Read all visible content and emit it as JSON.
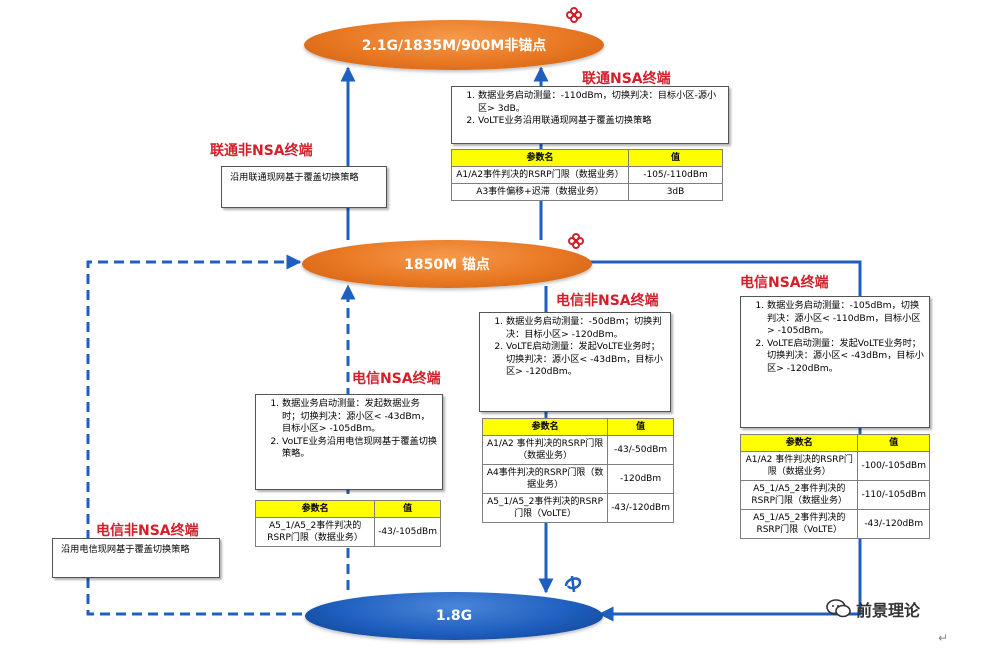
{
  "nodes": {
    "top": "2.1G/1835M/900M非锚点",
    "anchor": "1850M 锚点",
    "bottom": "1.8G"
  },
  "labels": {
    "unicom_nsa": "联通NSA终端",
    "unicom_non_nsa": "联通非NSA终端",
    "telecom_non_nsa_mid": "电信非NSA终端",
    "telecom_nsa_right": "电信NSA终端",
    "telecom_nsa_left": "电信NSA终端",
    "telecom_non_nsa_left": "电信非NSA终端"
  },
  "notes": {
    "unicom_non_nsa": "沿用联通现网基于覆盖切换策略",
    "telecom_non_nsa": "沿用电信现网基于覆盖切换策略"
  },
  "lists": {
    "unicom_nsa": [
      "数据业务启动测量：-110dBm，切换判决：目标小区-源小区> 3dB。",
      "VoLTE业务沿用联通现网基于覆盖切换策略"
    ],
    "telecom_non_nsa_mid": [
      "数据业务启动测量：-50dBm；切换判决：目标小区> -120dBm。",
      "VoLTE启动测量：发起VoLTE业务时；切换判决：源小区< -43dBm，目标小区> -120dBm。"
    ],
    "telecom_nsa_right": [
      "数据业务启动测量：-105dBm，切换判决：源小区< -110dBm，目标小区> -105dBm。",
      "VoLTE启动测量：发起VoLTE业务时；切换判决：源小区< -43dBm，目标小区> -120dBm。"
    ],
    "telecom_nsa_left": [
      "数据业务启动测量：发起数据业务时；切换判决：源小区< -43dBm，目标小区> -105dBm。",
      "VoLTE业务沿用电信现网基于覆盖切换策略。"
    ]
  },
  "tables": {
    "unicom": {
      "headers": [
        "参数名",
        "值"
      ],
      "rows": [
        [
          "A1/A2事件判决的RSRP门限（数据业务）",
          "-105/-110dBm"
        ],
        [
          "A3事件偏移+迟滞（数据业务）",
          "3dB"
        ]
      ]
    },
    "telecom_mid": {
      "headers": [
        "参数名",
        "值"
      ],
      "rows": [
        [
          "A1/A2 事件判决的RSRP门限（数据业务）",
          "-43/-50dBm"
        ],
        [
          "A4事件判决的RSRP门限（数据业务）",
          "-120dBm"
        ],
        [
          "A5_1/A5_2事件判决的RSRP门限（VoLTE）",
          "-43/-120dBm"
        ]
      ]
    },
    "telecom_right": {
      "headers": [
        "参数名",
        "值"
      ],
      "rows": [
        [
          "A1/A2 事件判决的RSRP门限（数据业务）",
          "-100/-105dBm"
        ],
        [
          "A5_1/A5_2事件判决的RSRP门限（数据业务）",
          "-110/-105dBm"
        ],
        [
          "A5_1/A5_2事件判决的RSRP门限（VoLTE）",
          "-43/-120dBm"
        ]
      ]
    },
    "telecom_left": {
      "headers": [
        "参数名",
        "值"
      ],
      "rows": [
        [
          "A5_1/A5_2事件判决的RSRP门限（数据业务）",
          "-43/-105dBm"
        ]
      ]
    }
  },
  "watermark": "前景理论",
  "colors": {
    "arrow": "#1f5fbf",
    "red_label": "#d31f2a",
    "header_bg": "#ffff00",
    "orange": "#e87722"
  }
}
